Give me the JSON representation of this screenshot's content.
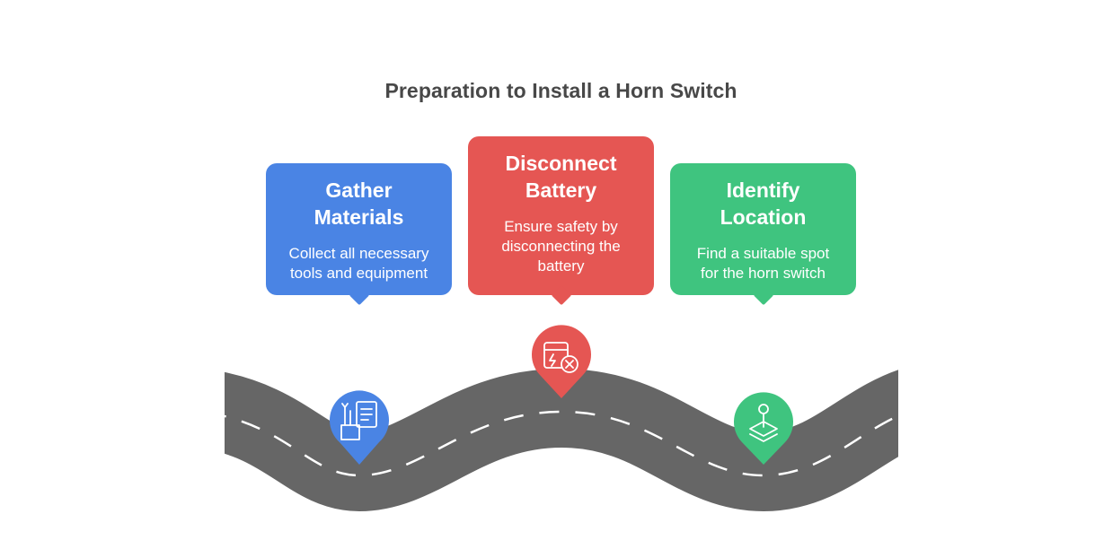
{
  "title": "Preparation to Install a Horn Switch",
  "steps": [
    {
      "title": "Gather\nMaterials",
      "description": "Collect all necessary\ntools and equipment",
      "color": "#4a84e4",
      "icon": "tools-documents-icon"
    },
    {
      "title": "Disconnect\nBattery",
      "description": "Ensure safety by\ndisconnecting the\nbattery",
      "color": "#e55653",
      "icon": "battery-disconnect-icon"
    },
    {
      "title": "Identify\nLocation",
      "description": "Find a suitable spot\nfor the horn switch",
      "color": "#3fc47f",
      "icon": "location-pin-icon"
    }
  ],
  "road_color": "#666666"
}
